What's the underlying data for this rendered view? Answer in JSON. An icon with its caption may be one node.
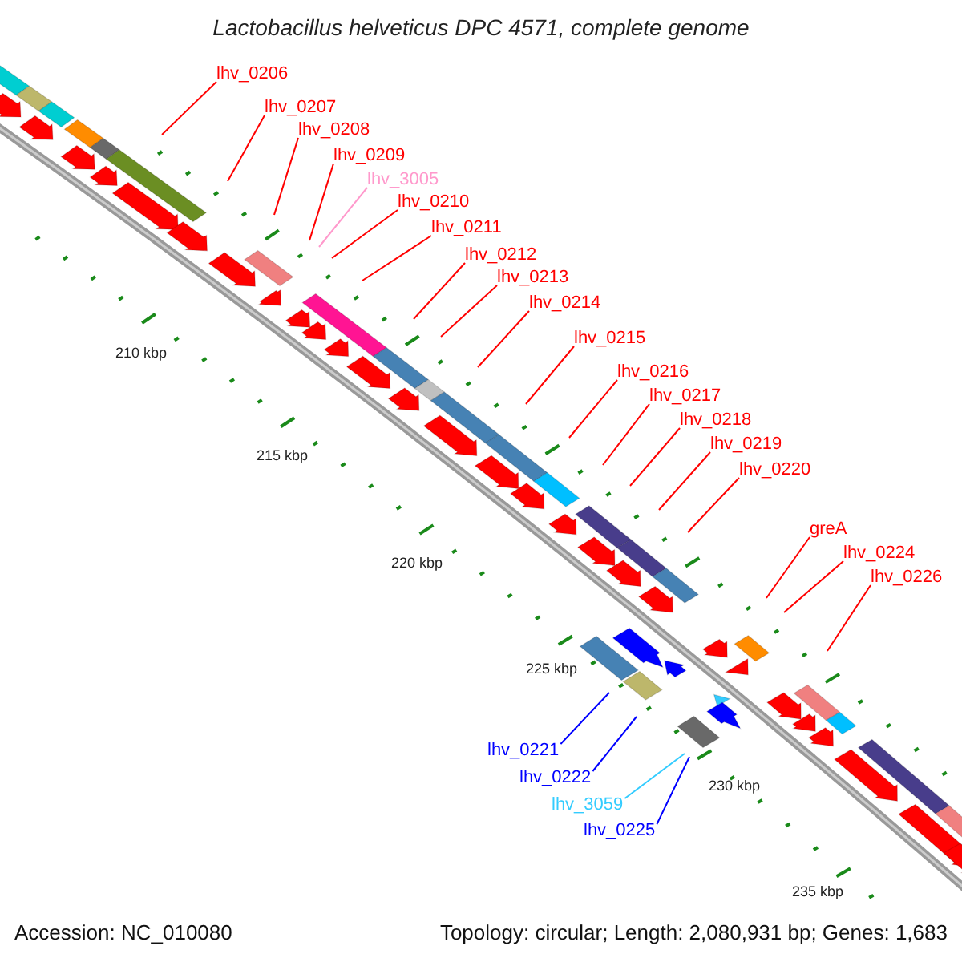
{
  "diagram": {
    "title": "Lactobacillus helveticus DPC 4571, complete genome",
    "nodes": [
      {
        "text": [
          "lhv_0206"
        ]
      },
      {
        "text": [
          "lhv_0207"
        ]
      },
      {
        "text": [
          "lhv_0208"
        ]
      },
      {
        "text": [
          "lhv_0209"
        ]
      },
      {
        "text": [
          "lhv_3005"
        ]
      },
      {
        "text": [
          "lhv_0210"
        ]
      },
      {
        "text": [
          "lhv_0211"
        ]
      },
      {
        "text": [
          "lhv_0212"
        ]
      },
      {
        "text": [
          "lhv_0213"
        ]
      },
      {
        "text": [
          "lhv_0214"
        ]
      },
      {
        "text": [
          "lhv_0215"
        ]
      },
      {
        "text": [
          "lhv_0216"
        ]
      },
      {
        "text": [
          "lhv_0217"
        ]
      },
      {
        "text": [
          "lhv_0218"
        ]
      },
      {
        "text": [
          "lhv_0219"
        ]
      },
      {
        "text": [
          "lhv_0220"
        ]
      },
      {
        "text": [
          "greA"
        ]
      },
      {
        "text": [
          "lhv_0224"
        ]
      },
      {
        "text": [
          "lhv_0226"
        ]
      },
      {
        "text": [
          "lhv_0221"
        ]
      },
      {
        "text": [
          "lhv_0222"
        ]
      },
      {
        "text": [
          "lhv_3059"
        ]
      },
      {
        "text": [
          "lhv_0225"
        ]
      }
    ],
    "edges": [
      {
        "from": 0,
        "to": null,
        "arrow": "none"
      },
      {
        "from": 1,
        "to": null,
        "arrow": "none"
      },
      {
        "from": 2,
        "to": null,
        "arrow": "none"
      },
      {
        "from": 3,
        "to": null,
        "arrow": "none"
      },
      {
        "from": 4,
        "to": null,
        "arrow": "none",
        "color": "#ff99cc"
      },
      {
        "from": 5,
        "to": null,
        "arrow": "none"
      },
      {
        "from": 6,
        "to": null,
        "arrow": "none"
      },
      {
        "from": 7,
        "to": null,
        "arrow": "none"
      },
      {
        "from": 8,
        "to": null,
        "arrow": "none"
      },
      {
        "from": 9,
        "to": null,
        "arrow": "none"
      },
      {
        "from": 10,
        "to": null,
        "arrow": "none"
      },
      {
        "from": 11,
        "to": null,
        "arrow": "none"
      },
      {
        "from": 12,
        "to": null,
        "arrow": "none"
      },
      {
        "from": 13,
        "to": null,
        "arrow": "none"
      },
      {
        "from": 14,
        "to": null,
        "arrow": "none"
      },
      {
        "from": 15,
        "to": null,
        "arrow": "none"
      },
      {
        "from": 16,
        "to": null,
        "arrow": "none"
      },
      {
        "from": 17,
        "to": null,
        "arrow": "none"
      },
      {
        "from": 18,
        "to": null,
        "arrow": "none"
      },
      {
        "from": 19,
        "to": null,
        "arrow": "none",
        "color": "#0000ff"
      },
      {
        "from": 20,
        "to": null,
        "arrow": "none",
        "color": "#0000ff"
      },
      {
        "from": 21,
        "to": null,
        "arrow": "none",
        "color": "#33ccff"
      },
      {
        "from": 22,
        "to": null,
        "arrow": "none",
        "color": "#0000ff"
      }
    ],
    "labels": [
      "210 kbp",
      "215 kbp",
      "220 kbp",
      "225 kbp",
      "230 kbp",
      "235 kbp",
      "Accession: NC_010080",
      "Topology: circular; Length: 2,080,931 bp; Genes: 1,683"
    ]
  }
}
